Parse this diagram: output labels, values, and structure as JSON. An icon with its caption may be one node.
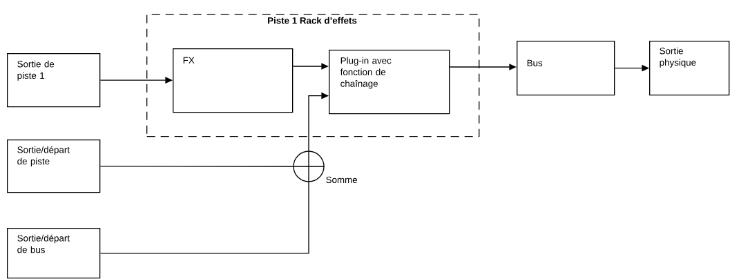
{
  "diagram": {
    "nodes": [
      {
        "text": [
          "Piste 1 Rack d’effets"
        ]
      },
      {
        "text": [
          "Sortie de piste 1"
        ]
      },
      {
        "text": [
          "FX"
        ],
        "in": 0
      },
      {
        "text": [
          "Plug-in avec fonction de chaînage"
        ],
        "in": 0
      },
      {
        "text": [
          "Bus"
        ]
      },
      {
        "text": [
          "Sortie physique"
        ]
      },
      {
        "text": [
          "Sortie/départ de piste"
        ]
      },
      {
        "text": [
          "Sortie/départ de bus"
        ]
      },
      {
        "text": [],
        "shape": "circle",
        "beside": [
          "Somme"
        ]
      }
    ],
    "edges": [
      {
        "from": 1,
        "to": 2,
        "arrow": "to"
      },
      {
        "from": 2,
        "to": 3,
        "arrow": "to"
      },
      {
        "from": 3,
        "to": 4,
        "arrow": "to"
      },
      {
        "from": 4,
        "to": 5,
        "arrow": "to"
      },
      {
        "from": 6,
        "to": 8,
        "arrow": "none"
      },
      {
        "from": 7,
        "to": 8,
        "arrow": "none"
      },
      {
        "from": 8,
        "to": 3,
        "arrow": "to"
      }
    ]
  }
}
